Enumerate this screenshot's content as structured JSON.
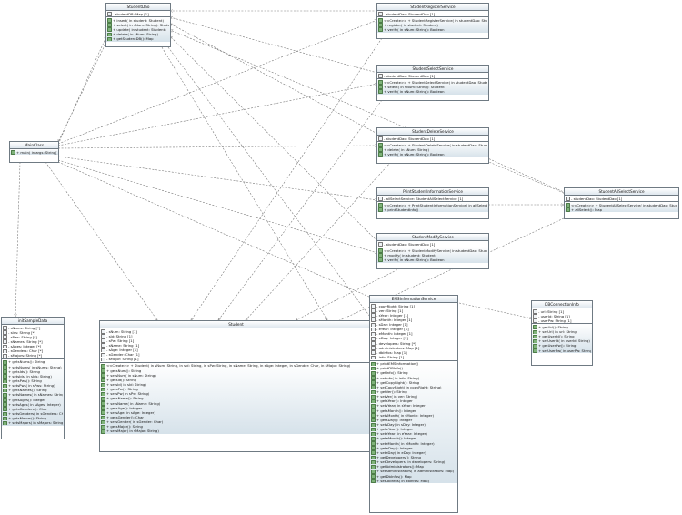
{
  "classes": {
    "StudentDao": {
      "name": "StudentDao",
      "attrs": [
        "- studentDB: Map [1]"
      ],
      "ops": [
        "+ insert( in student: Student)",
        "+ select( in sNum: String): Student",
        "+ update( in student: Student)",
        "+ delete( in sNum: String)",
        "+ getStudentDB(): Map"
      ]
    },
    "StudentRegisterService": {
      "name": "StudentRegisterService",
      "attrs": [
        "- studentDao: StudentDao [1]"
      ],
      "ops": [
        "<<Create>> + StudentRegisterService( in studentDao: StudentDao)",
        "+ register( in student: Student)",
        "+ verify( in sNum: String): Boolean"
      ]
    },
    "StudentSelectService": {
      "name": "StudentSelectService",
      "attrs": [
        "- studentDao: StudentDao [1]"
      ],
      "ops": [
        "<<Create>> + StudentSelectService( in studentDao: StudentDao)",
        "+ select( in sNum: String): Student",
        "+ verify( in sNum: String): Boolean"
      ]
    },
    "StudentDeleteService": {
      "name": "StudentDeleteService",
      "attrs": [
        "- studentDao: StudentDao [1]"
      ],
      "ops": [
        "<<Create>> + StudentDeleteService( in studentDao: StudentDao)",
        "+ delete( in sNum: String)",
        "+ verify( in sNum: String): Boolean"
      ]
    },
    "PrintStudentInformationService": {
      "name": "PrintStudentInformationService",
      "attrs": [
        "- allSelectService: StudentAllSelectService [1]"
      ],
      "ops": [
        "<<Create>> + PrintStudentInformationService( in allSelectService: StudentAllSelectService)",
        "+ printStudentInfo()"
      ]
    },
    "StudentModifyService": {
      "name": "StudentModifyService",
      "attrs": [
        "- studentDao: StudentDao [1]"
      ],
      "ops": [
        "<<Create>> + StudentModifyService( in studentDao: StudentDao)",
        "+ modify( in student: Student)",
        "+ verify( in sNum: String): Boolean"
      ]
    },
    "StudentAllSelectService": {
      "name": "StudentAllSelectService",
      "attrs": [
        "- studentDao: StudentDao [1]"
      ],
      "ops": [
        "<<Create>> + StudentAllSelectService( in studentDao: StudentDao)",
        "+ allSelect(): Map"
      ]
    },
    "MainClass": {
      "name": "MainClass",
      "attrs": [],
      "ops": [
        "+ main( in args: String[])"
      ]
    },
    "initSampleData": {
      "name": "initSampleData",
      "attrs": [
        "- sNums: String [*]",
        "- sIds: String [*]",
        "- sPws: String [*]",
        "- sNames: String [*]",
        "- sAges: Integer [*]",
        "- sGenders: Char [*]",
        "- sMajors: String [*]"
      ],
      "ops": [
        "+ getsNums(): String",
        "+ setsNums( in sNums: String)",
        "+ getsIds(): String",
        "+ setsIds( in sIds: String)",
        "+ getsPws(): String",
        "+ setsPws( in sPws: String)",
        "+ getsNames(): String",
        "+ setsNames( in sNames: String)",
        "+ getsAges(): Integer",
        "+ setsAges( in sAges: Integer)",
        "+ getsGenders(): Char",
        "+ setsGenders( in sGenders: Char)",
        "+ getsMajors(): String",
        "+ setsMajors( in sMajors: String)"
      ]
    },
    "Student": {
      "name": "Student",
      "attrs": [
        "- sNum: String [1]",
        "- sId: String [1]",
        "- sPw: String [1]",
        "- sName: String [1]",
        "- sAge: Integer [1]",
        "- sGender: Char [1]",
        "- sMajor: String [1]"
      ],
      "ops": [
        "<<Create>> + Student( in sNum: String,  in sId: String,  in sPw: String,  in sName: String,  in sAge: Integer,  in sGender: Char,  in sMajor: String)",
        "+ getsNum(): String",
        "+ setsNum( in sNum: String)",
        "+ getsId(): String",
        "+ setsId( in sId: String)",
        "+ getsPw(): String",
        "+ setsPw( in sPw: String)",
        "+ getsName(): String",
        "+ setsName( in sName: String)",
        "+ getsAge(): Integer",
        "+ setsAge( in sAge: Integer)",
        "+ getsGender(): Char",
        "+ setsGender( in sGender: Char)",
        "+ getsMajor(): String",
        "+ setsMajor( in sMajor: String)"
      ]
    },
    "EMSInformationService": {
      "name": "EMSInformationService",
      "attrs": [
        "- copyRight: String [1]",
        "- ver: String [1]",
        "- sYear: Integer [1]",
        "- sMonth: Integer [1]",
        "- sDay: Integer [1]",
        "- eYear: Integer [1]",
        "- eMonth: Integer [1]",
        "- eDay: Integer [1]",
        "- developers: String [*]",
        "- administrators: Map [1]",
        "- dbInfos: Map [1]",
        "- info: String [1]"
      ],
      "ops": [
        "+ printEMSInformation()",
        "+ printDBInfo()",
        "+ getInfo(): String",
        "+ setInfo( in info: String)",
        "+ getCopyRight(): String",
        "+ setCopyRight( in copyRight: String)",
        "+ getVer(): String",
        "+ setVer( in ver: String)",
        "+ getsYear(): Integer",
        "+ setsYear( in sYear: Integer)",
        "+ getsMonth(): Integer",
        "+ setsMonth( in sMonth: Integer)",
        "+ getsDay(): Integer",
        "+ setsDay( in sDay: Integer)",
        "+ geteYear(): Integer",
        "+ seteYear( in eYear: Integer)",
        "+ geteMonth(): Integer",
        "+ seteMonth( in eMonth: Integer)",
        "+ geteDay(): Integer",
        "+ seteDay( in eDay: Integer)",
        "+ getDevelopers(): String",
        "+ setDevelopers( in developers: String)",
        "+ getAdministrators(): Map",
        "+ setAdministrators( in administrators: Map)",
        "+ getDbInfos(): Map",
        "+ setDbInfos( in dbInfos: Map)"
      ]
    },
    "DBConnectionInfo": {
      "name": "DBConnectionInfo",
      "attrs": [
        "- url: String [1]",
        "- userId: String [1]",
        "- userPw: String [1]"
      ],
      "ops": [
        "+ getUrl(): String",
        "+ setUrl( in url: String)",
        "+ getUserId(): String",
        "+ setUserId( in userId: String)",
        "+ getUserPw(): String",
        "+ setUserPw( in userPw: String)"
      ]
    }
  },
  "colors": {
    "border": "#6f7a83",
    "header_bottom": "#dfe7ee",
    "ops_bottom": "#d6e2ea",
    "line": "#7a7a7a"
  },
  "icons": {
    "attribute": "field-icon",
    "operation": "method-icon"
  }
}
